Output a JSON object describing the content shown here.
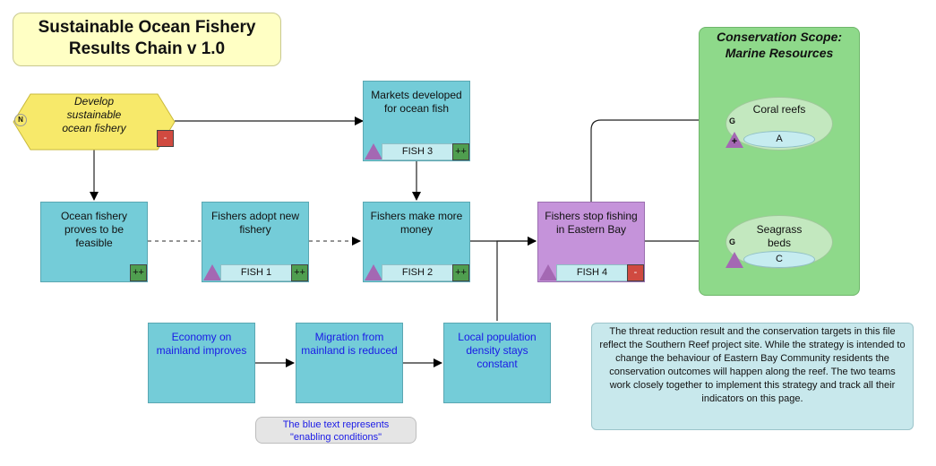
{
  "title": {
    "line1": "Sustainable Ocean Fishery",
    "line2": "Results Chain v 1.0"
  },
  "strategy": {
    "badge": "N",
    "text": "Develop sustainable ocean fishery",
    "rating": "-"
  },
  "results": {
    "markets": {
      "text": "Markets developed for ocean fish",
      "indicator": "FISH 3",
      "rating": "++"
    },
    "proves": {
      "text": "Ocean fishery proves to be feasible",
      "rating": "++"
    },
    "adopt": {
      "text": "Fishers adopt new fishery",
      "indicator": "FISH 1",
      "rating": "++"
    },
    "money": {
      "text": "Fishers make more money",
      "indicator": "FISH 2",
      "rating": "++"
    },
    "stop": {
      "text": "Fishers stop fishing in Eastern Bay",
      "indicator": "FISH 4",
      "rating": "-"
    }
  },
  "enabling": {
    "economy": "Economy on mainland improves",
    "migration": "Migration from mainland is reduced",
    "density": "Local population density stays constant"
  },
  "scope": {
    "title_line1": "Conservation Scope:",
    "title_line2": "Marine Resources",
    "targets": [
      {
        "tag": "G",
        "name": "Coral reefs",
        "rank": "A",
        "trend": "+"
      },
      {
        "tag": "G",
        "name": "Seagrass beds",
        "rank": "C"
      }
    ]
  },
  "note": "The threat reduction result and the conservation targets in this file reflect the Southern Reef project site. While the strategy is intended to change the behaviour of Eastern Bay Community residents the conservation outcomes will happen along the reef. The two teams work closely together to implement this strategy and track all their indicators on this page.",
  "legend": {
    "line1": "The blue text represents",
    "line2": "\"enabling conditions\""
  },
  "colors": {
    "result": "#74ccd8",
    "strategy": "#f7e96a",
    "threat_reduction": "#c593da",
    "scope": "#8ed98a",
    "indicator_triangle": "#a468b3"
  }
}
